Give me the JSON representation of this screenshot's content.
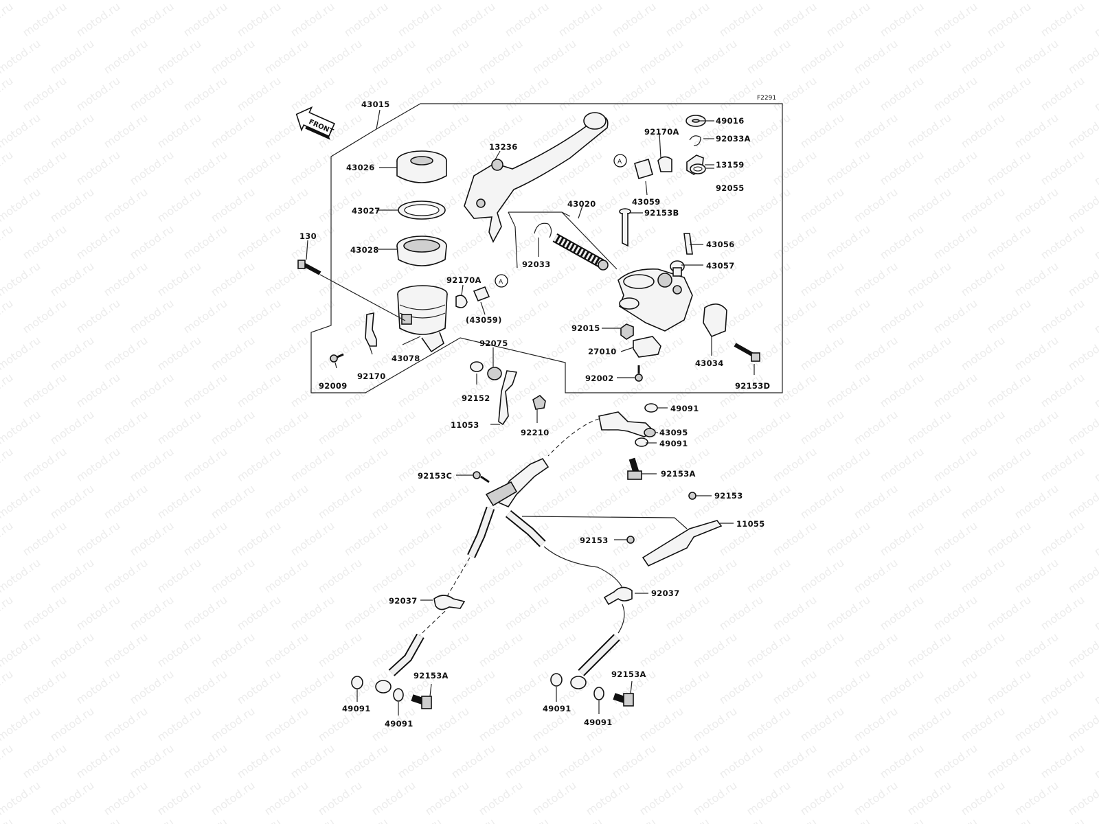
{
  "watermark": "motod.ru",
  "figure_code": "F2291",
  "front_label": "FRONT",
  "ref_marker": "A",
  "part_labels": [
    "43015",
    "49016",
    "92170A",
    "92033A",
    "13236",
    "43026",
    "13159",
    "43059",
    "92055",
    "43027",
    "43020",
    "92153B",
    "130",
    "43028",
    "43056",
    "92033",
    "43057",
    "92170A",
    "(43059)",
    "92015",
    "27010",
    "43034",
    "92075",
    "92009",
    "92170",
    "43078",
    "92152",
    "92002",
    "92153D",
    "49091",
    "11053",
    "92210",
    "43095",
    "49091",
    "92153C",
    "92153A",
    "92153",
    "11055",
    "92153",
    "92037",
    "92037",
    "92153A",
    "92153A",
    "49091",
    "49091",
    "49091",
    "49091"
  ]
}
